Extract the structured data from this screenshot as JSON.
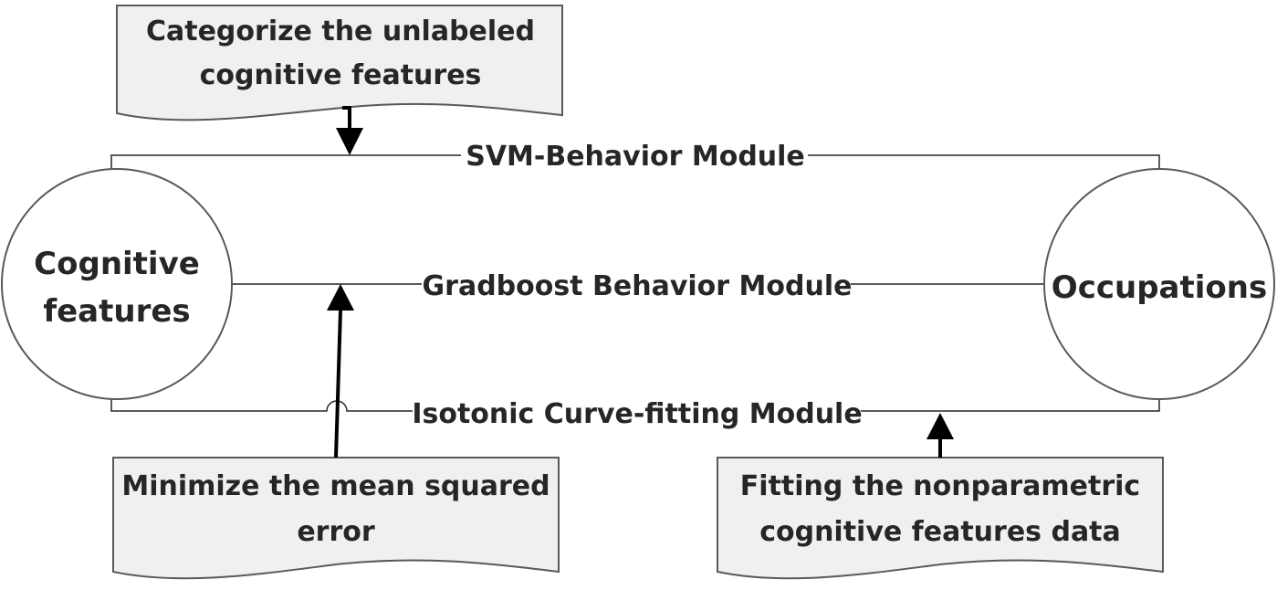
{
  "nodes": {
    "cognitive_features": {
      "line1": "Cognitive",
      "line2": "features"
    },
    "occupations": {
      "label": "Occupations"
    }
  },
  "modules": {
    "svm": "SVM-Behavior Module",
    "gradboost": "Gradboost Behavior Module",
    "isotonic": "Isotonic Curve-fitting Module"
  },
  "documents": {
    "categorize": {
      "line1": "Categorize the unlabeled",
      "line2": "cognitive features"
    },
    "minimize": {
      "line1": "Minimize the mean squared",
      "line2": "error"
    },
    "fitting": {
      "line1": "Fitting the nonparametric",
      "line2": "cognitive features data"
    }
  },
  "colors": {
    "document_fill": "#f0f0f0",
    "outline": "#595959",
    "text": "#262626",
    "arrow": "#000000"
  }
}
